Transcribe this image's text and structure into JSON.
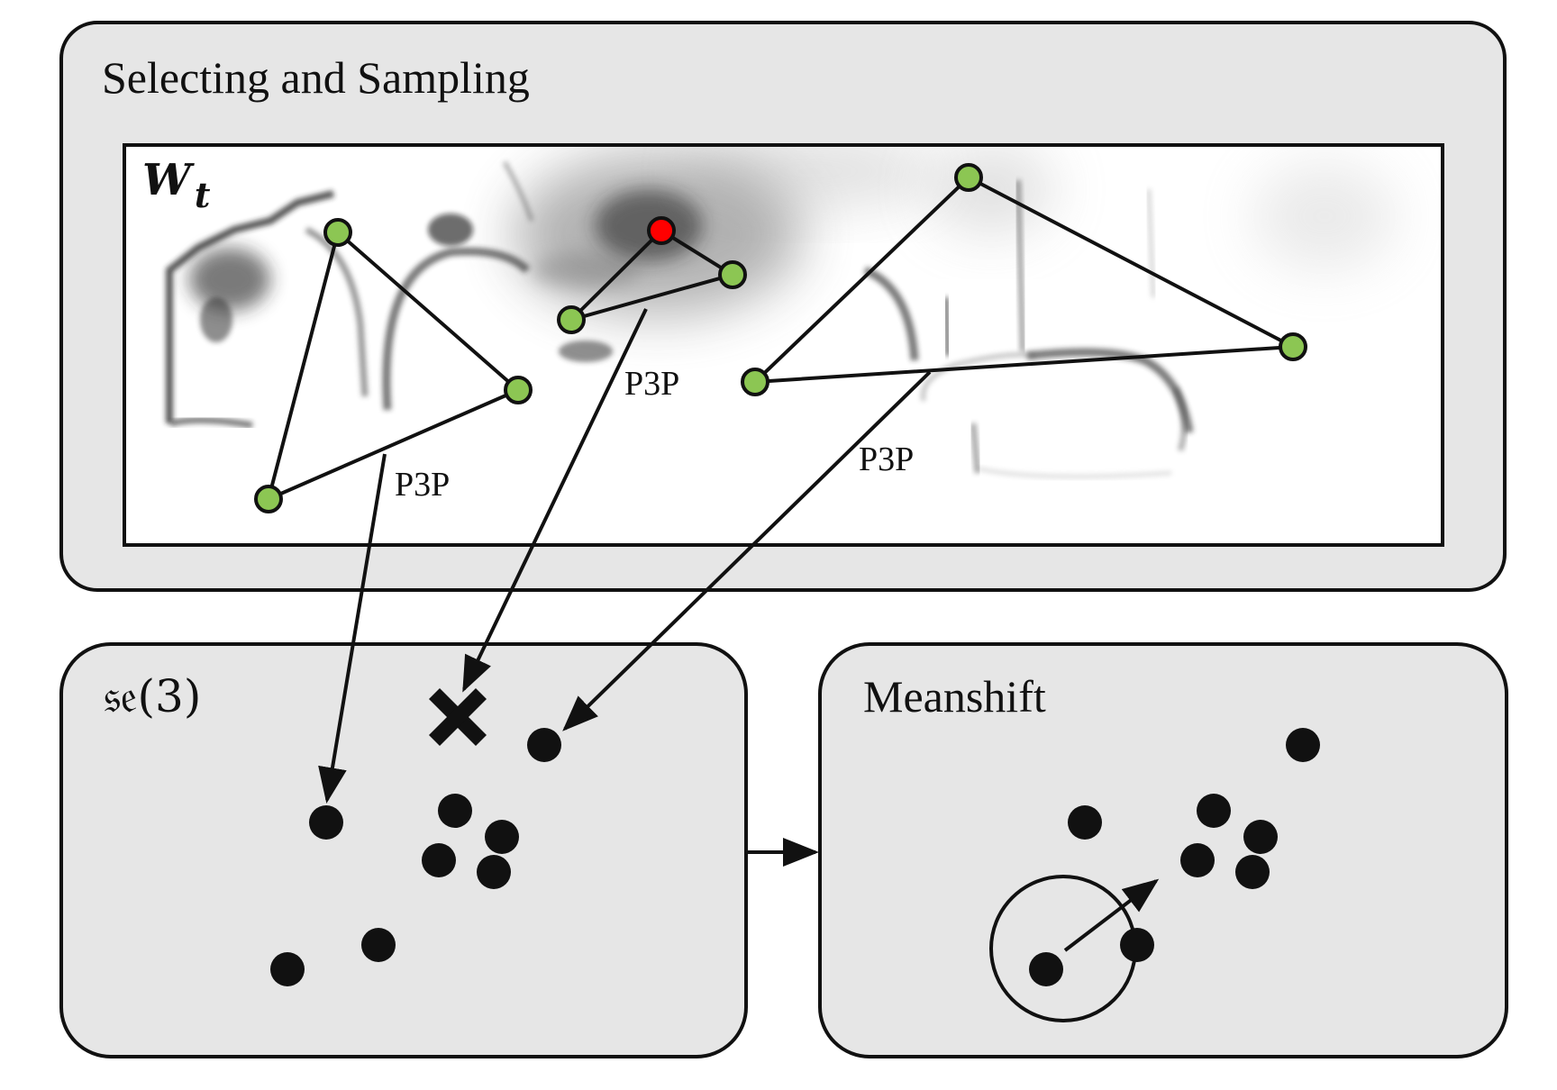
{
  "panels": {
    "top": {
      "title": "Selecting and Sampling"
    },
    "left": {
      "title": "se(3)"
    },
    "right": {
      "title": "Meanshift"
    }
  },
  "map": {
    "label": "W",
    "label_sub": "t"
  },
  "p3p_labels": [
    "P3P",
    "P3P",
    "P3P"
  ],
  "colors": {
    "panel_fill": "#e6e6e6",
    "inlier_point": "#8cc653",
    "outlier_point": "#ff0000",
    "stroke": "#111111"
  },
  "icons": {
    "rejected_sample": "cross-icon",
    "pose_sample": "dot-icon"
  }
}
